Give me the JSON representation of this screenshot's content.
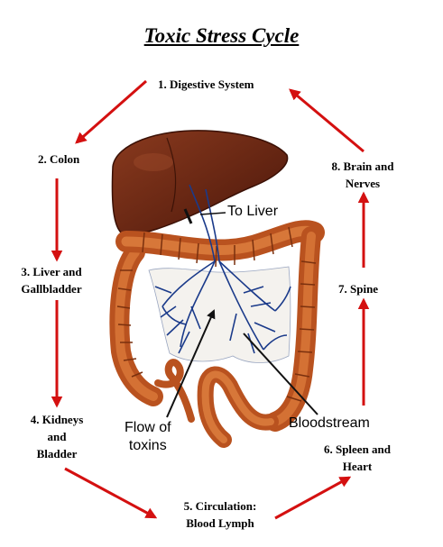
{
  "title": "Toxic Stress Cycle",
  "steps": [
    {
      "line1": "1. Digestive System",
      "line2": ""
    },
    {
      "line1": "2. Colon",
      "line2": ""
    },
    {
      "line1": "3. Liver and",
      "line2": "Gallbladder"
    },
    {
      "line1": "4. Kidneys",
      "line2": "and",
      "line3": "Bladder"
    },
    {
      "line1": "5. Circulation:",
      "line2": "Blood Lymph"
    },
    {
      "line1": "6. Spleen and",
      "line2": "Heart"
    },
    {
      "line1": "7. Spine",
      "line2": ""
    },
    {
      "line1": "8. Brain and",
      "line2": "Nerves"
    }
  ],
  "labels": {
    "to_liver": "To Liver",
    "flow_of_toxins_1": "Flow of",
    "flow_of_toxins_2": "toxins",
    "bloodstream": "Bloodstream"
  },
  "colors": {
    "arrow": "#d41010",
    "organ": "#c8602a",
    "liver": "#6a2612",
    "vessel": "#1a3a8a"
  }
}
